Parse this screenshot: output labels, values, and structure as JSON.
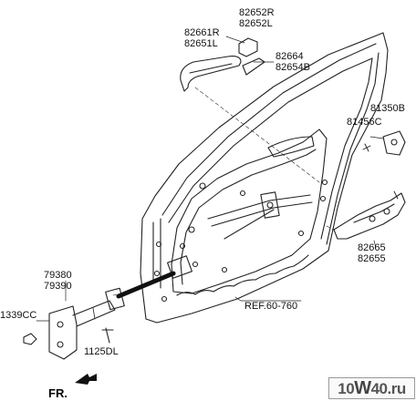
{
  "parts": {
    "outside_handle_cover": [
      "82652R",
      "82652L"
    ],
    "outside_handle": [
      "82661R",
      "82651L"
    ],
    "handle_pad": [
      "82664",
      "82654B"
    ],
    "striker": [
      "81350B",
      "81456C"
    ],
    "door_latch": [
      "82665",
      "82655"
    ],
    "door_checker": [
      "79380",
      "79390"
    ],
    "bolt_1339": "1339CC",
    "bolt_1125": "1125DL"
  },
  "reference": "REF.60-760",
  "direction": "FR.",
  "watermark": {
    "prefix": "10",
    "mid": "W",
    "num": "40",
    "suffix": ".ru"
  }
}
